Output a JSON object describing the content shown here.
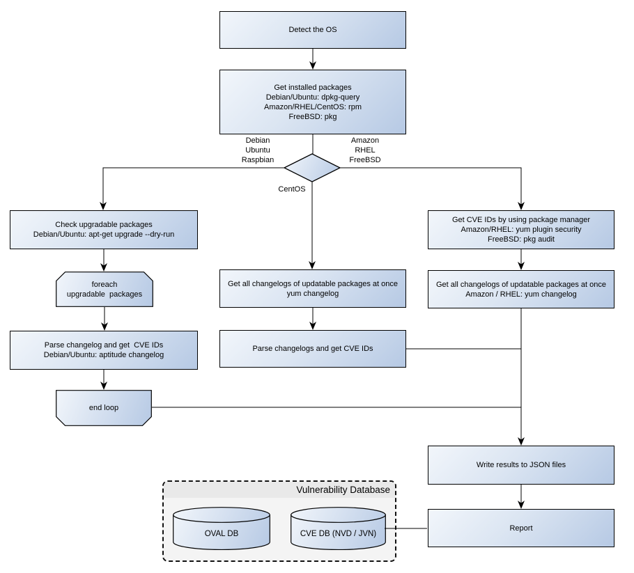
{
  "diagram": {
    "colors": {
      "node_gradient_start": "#f2f6fb",
      "node_gradient_end": "#b6c9e4",
      "node_border": "#000000",
      "db_container_bg": "#f4f4f4",
      "db_container_header": "#e9e9e9",
      "connector": "#000000"
    },
    "nodes": {
      "detect_os": {
        "label": "Detect the OS"
      },
      "get_installed_packages": {
        "label": "Get installed packages\nDebian/Ubuntu: dpkg-query\nAmazon/RHEL/CentOS: rpm\nFreeBSD: pkg"
      },
      "check_upgradable": {
        "label": "Check upgradable packages\nDebian/Ubuntu: apt-get upgrade --dry-run"
      },
      "foreach_loop": {
        "label": "foreach\nupgradable  packages"
      },
      "parse_changelog_deb": {
        "label": "Parse changelog and get  CVE IDs\nDebian/Ubuntu: aptitude changelog"
      },
      "end_loop": {
        "label": "end loop"
      },
      "get_changelogs_centos": {
        "label": "Get all changelogs of updatable packages at once\nyum changelog"
      },
      "parse_changelogs_centos": {
        "label": "Parse changelogs and get CVE IDs"
      },
      "get_cve_ids_pkg_mgr": {
        "label": "Get CVE IDs by using package manager\nAmazon/RHEL: yum plugin security\nFreeBSD: pkg audit"
      },
      "get_changelogs_amazon": {
        "label": "Get all changelogs of updatable packages at once\nAmazon / RHEL: yum changelog"
      },
      "write_json": {
        "label": "Write results to JSON files"
      },
      "report": {
        "label": "Report"
      }
    },
    "branch_labels": {
      "debian": "Debian\nUbuntu\nRaspbian",
      "amazon": "Amazon\nRHEL\nFreeBSD",
      "centos": "CentOS"
    },
    "database": {
      "title": "Vulnerability Database",
      "cylinders": [
        {
          "label": "OVAL DB"
        },
        {
          "label": "CVE DB (NVD / JVN)"
        }
      ]
    }
  }
}
